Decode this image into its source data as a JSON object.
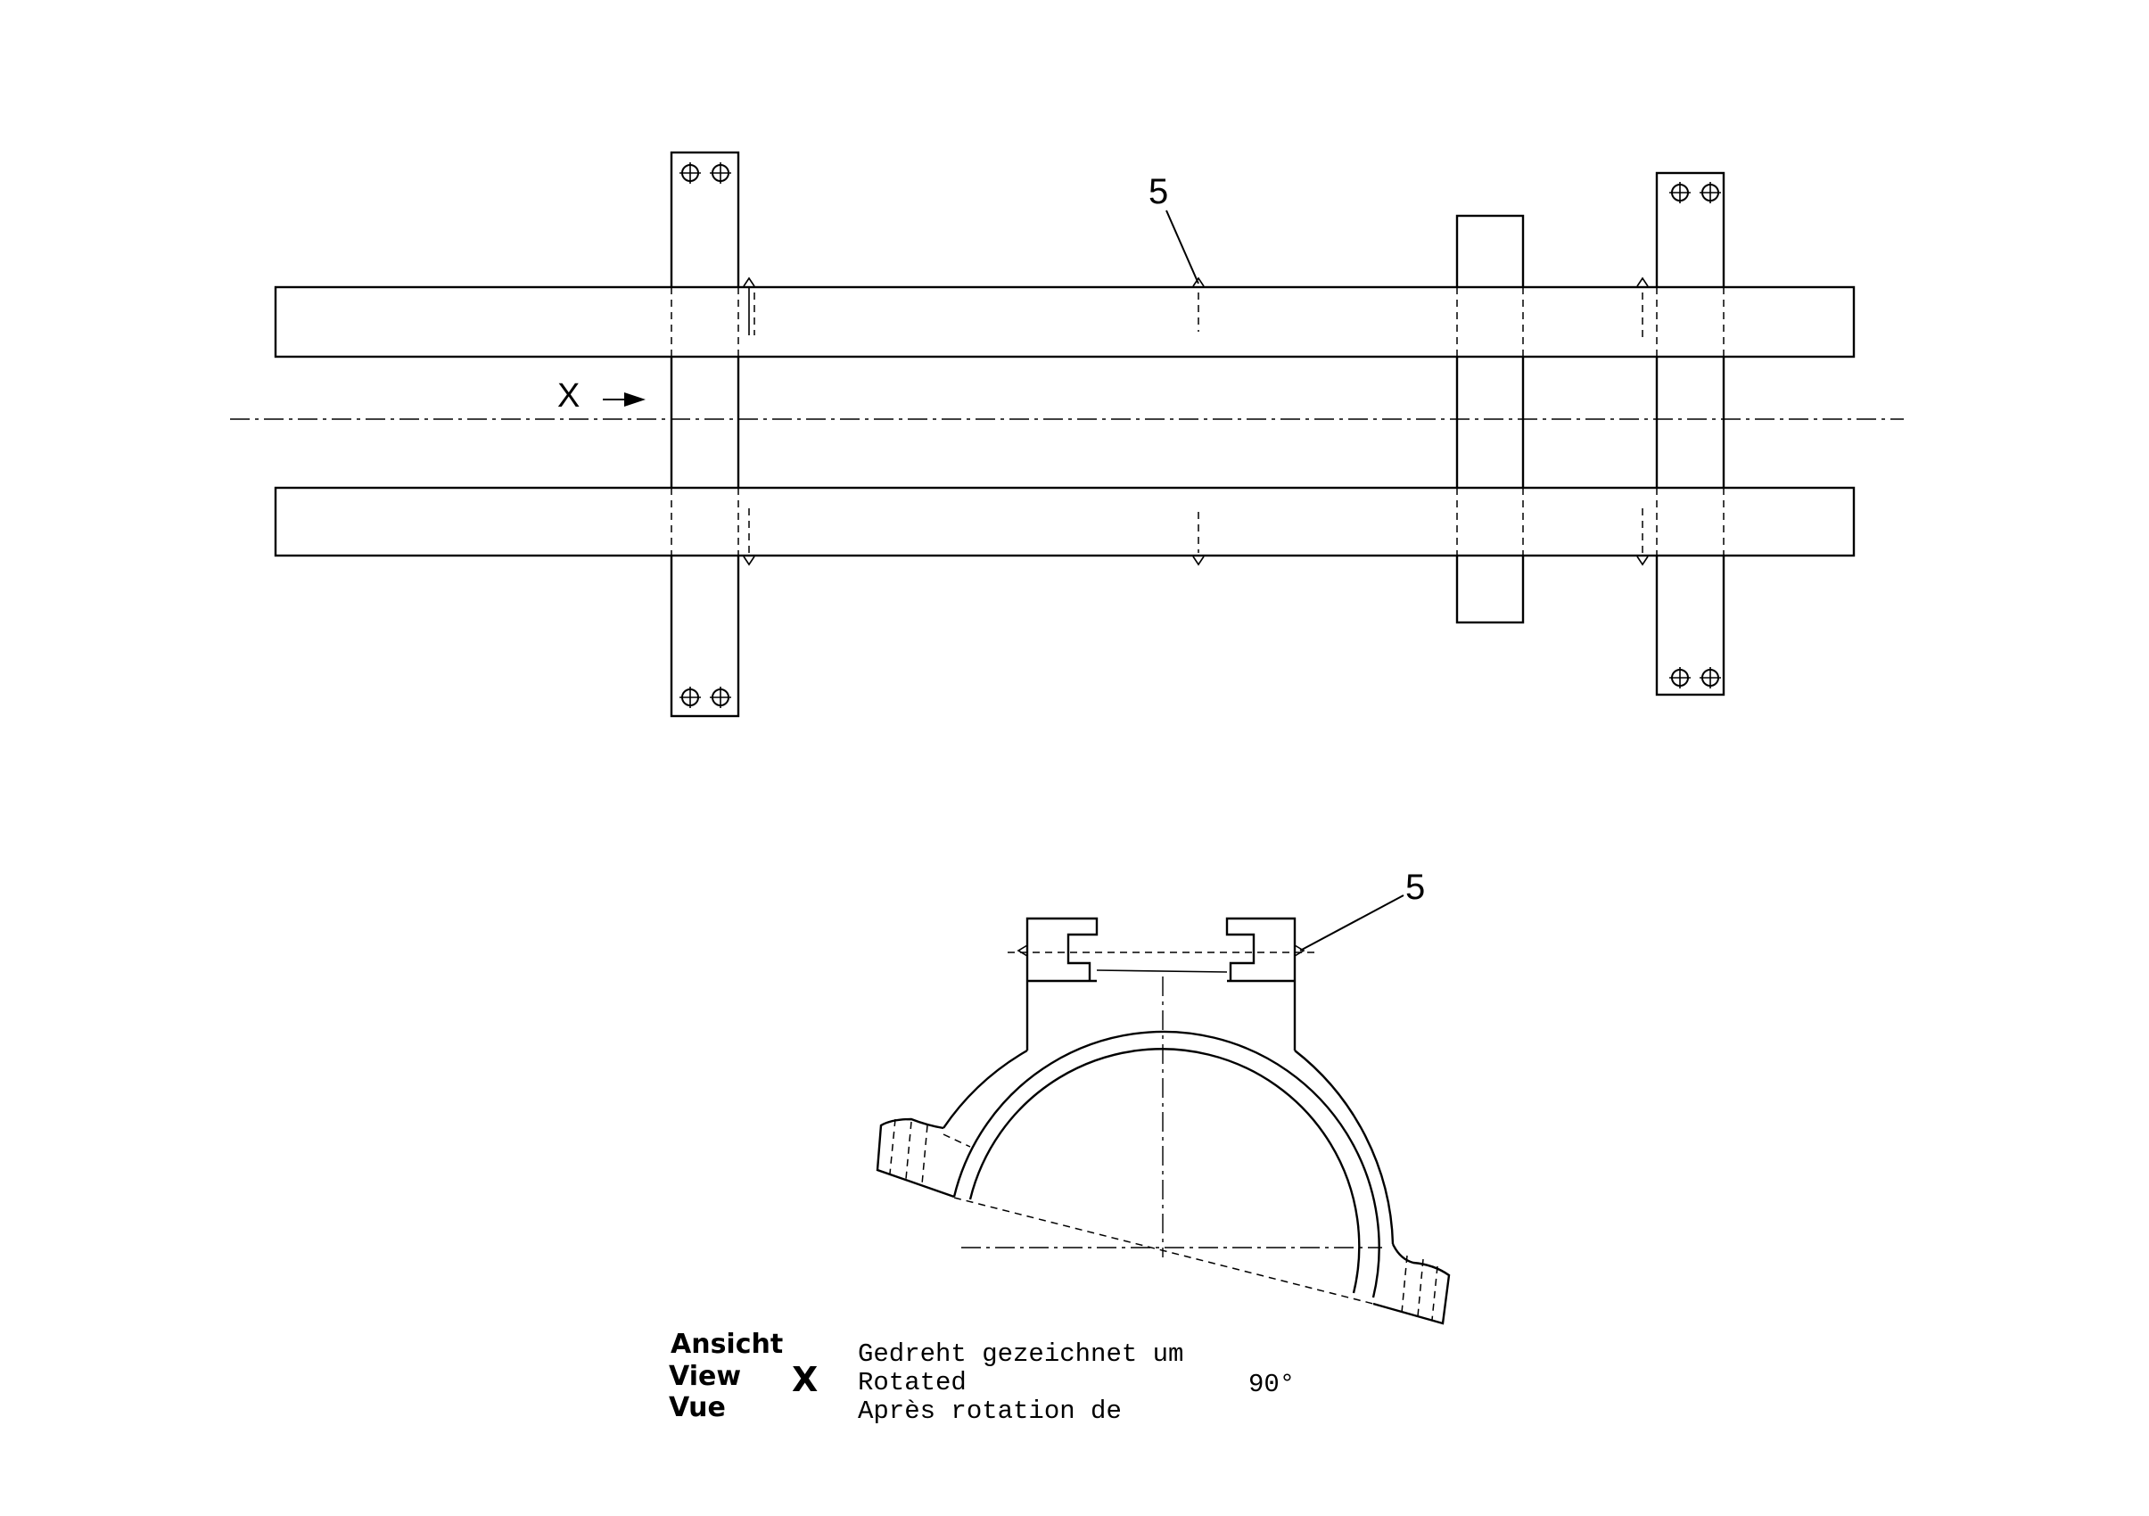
{
  "top_view": {
    "callout_number": "5",
    "view_marker": "X"
  },
  "section_view": {
    "callout_number": "5"
  },
  "caption": {
    "label_lines": [
      "Ansicht",
      "View",
      "Vue"
    ],
    "view_letter": "X",
    "rotation_lines": [
      "Gedreht gezeichnet um",
      "Rotated",
      "Après rotation de"
    ],
    "angle": "90°"
  }
}
